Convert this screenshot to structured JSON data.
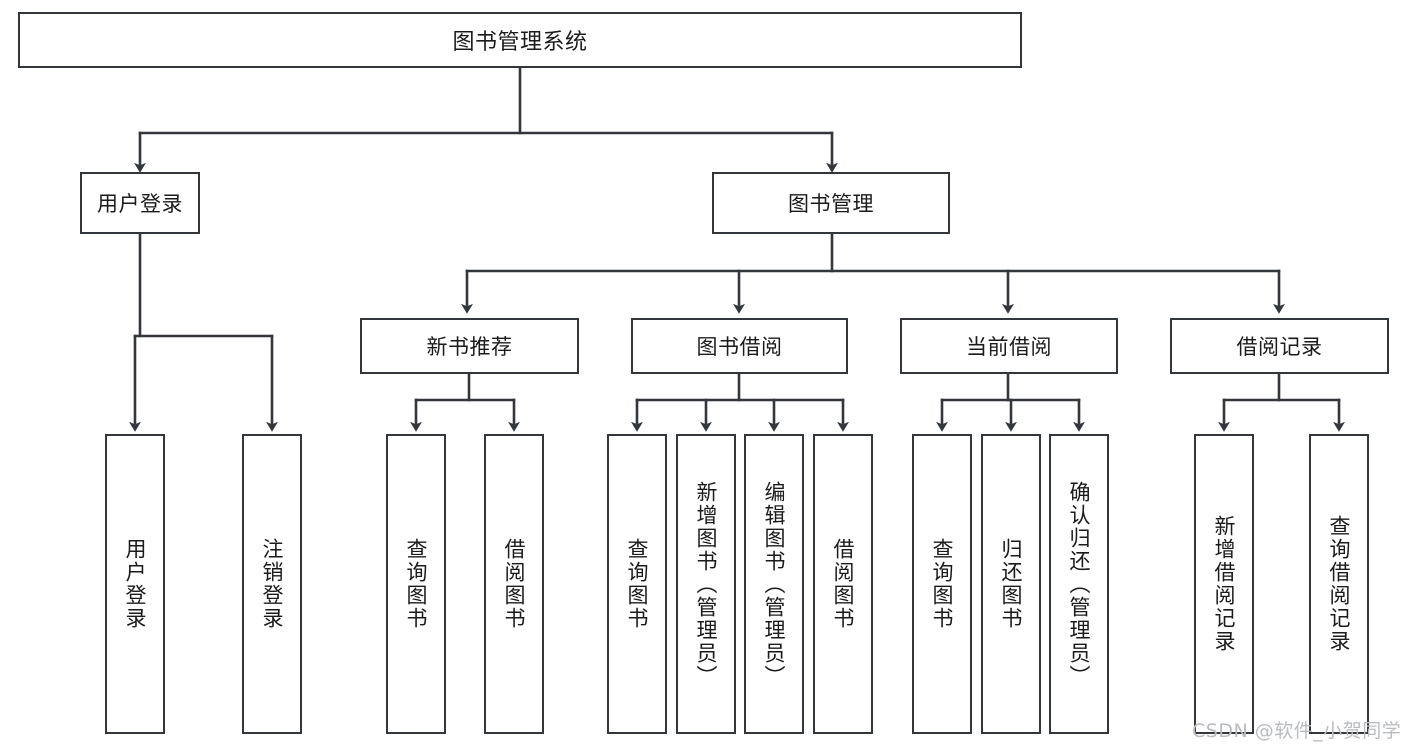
{
  "diagram": {
    "type": "tree",
    "title": "图书管理系统",
    "watermark": "CSDN @软件_小贺同学",
    "colors": {
      "box_border": "#33363a",
      "box_fill": "#ffffff",
      "connector": "#33363a",
      "text": "#1b1b1b",
      "watermark": "#b9bcc0",
      "background": "#ffffff"
    },
    "levels": {
      "root": {
        "label": "图书管理系统"
      },
      "level2": [
        {
          "label": "用户登录"
        },
        {
          "label": "图书管理"
        }
      ],
      "level3": [
        {
          "label": "新书推荐"
        },
        {
          "label": "图书借阅"
        },
        {
          "label": "当前借阅"
        },
        {
          "label": "借阅记录"
        }
      ]
    },
    "leaves": {
      "user_login": [
        {
          "label": "用户登录"
        },
        {
          "label": "注销登录"
        }
      ],
      "new_book_recommend": [
        {
          "label": "查询图书"
        },
        {
          "label": "借阅图书"
        }
      ],
      "book_borrow": [
        {
          "label": "查询图书"
        },
        {
          "label": "新增图书（管理员）"
        },
        {
          "label": "编辑图书（管理员）"
        },
        {
          "label": "借阅图书"
        }
      ],
      "current_borrow": [
        {
          "label": "查询图书"
        },
        {
          "label": "归还图书"
        },
        {
          "label": "确认归还（管理员）"
        }
      ],
      "borrow_record": [
        {
          "label": "新增借阅记录"
        },
        {
          "label": "查询借阅记录"
        }
      ]
    }
  }
}
